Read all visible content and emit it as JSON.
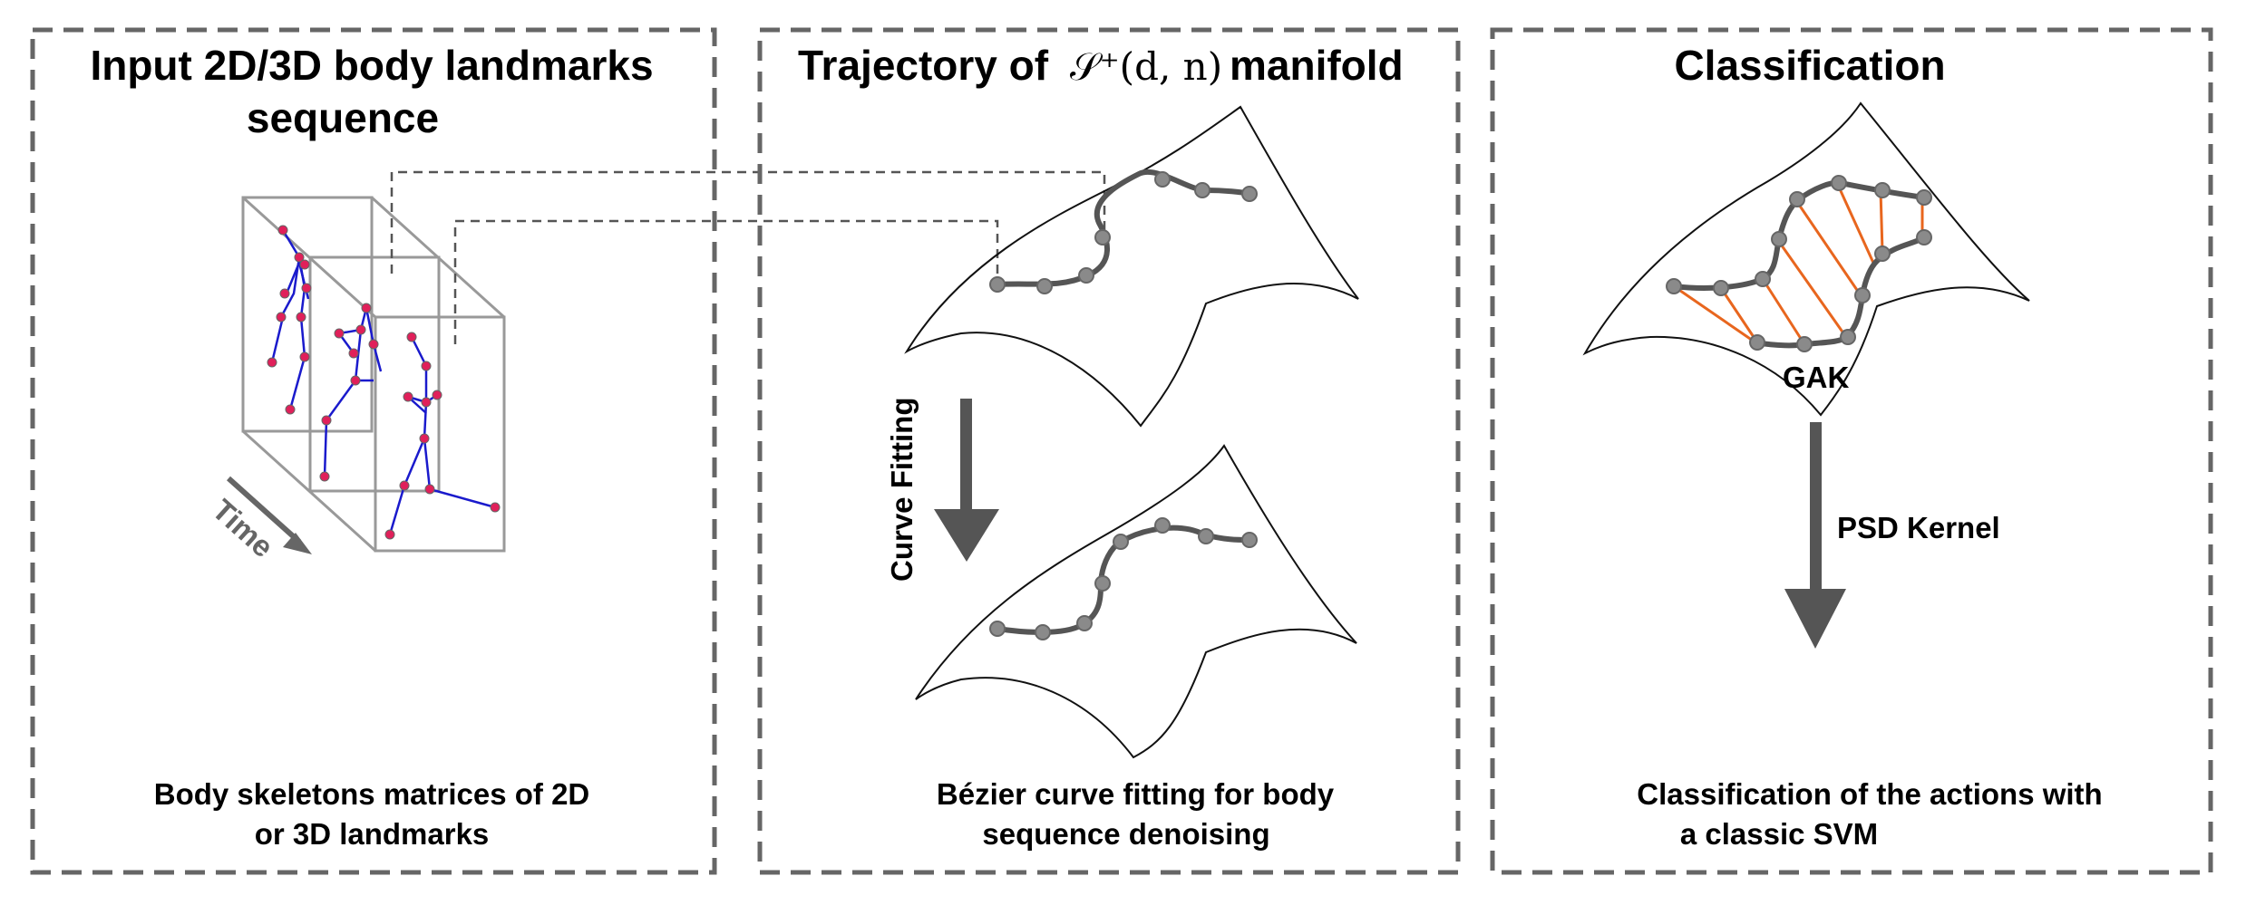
{
  "panels": [
    {
      "title_lines": [
        "Input 2D/3D body landmarks",
        "sequence"
      ],
      "caption_lines": [
        "Body skeletons matrices of 2D",
        "or 3D landmarks"
      ]
    },
    {
      "title_prefix": "Trajectory of",
      "title_math": "𝒮⁺(d, n)",
      "title_suffix": "manifold",
      "caption_lines": [
        "Bézier curve fitting for body",
        "sequence denoising"
      ]
    },
    {
      "title": "Classification",
      "caption_lines": [
        "Classification of the actions with",
        "a classic SVM"
      ]
    }
  ],
  "labels": {
    "time": "Time",
    "curve_fitting": "Curve Fitting",
    "gak": "GAK",
    "psd_kernel": "PSD Kernel"
  },
  "colors": {
    "panel_border": "#666666",
    "frame_stroke": "#999999",
    "skeleton_bone": "#1a1acc",
    "skeleton_joint": "#e0205a",
    "curve": "#555555",
    "curve_point": "#8a8a8a",
    "gak_link": "#e8661e",
    "arrow": "#555555"
  }
}
